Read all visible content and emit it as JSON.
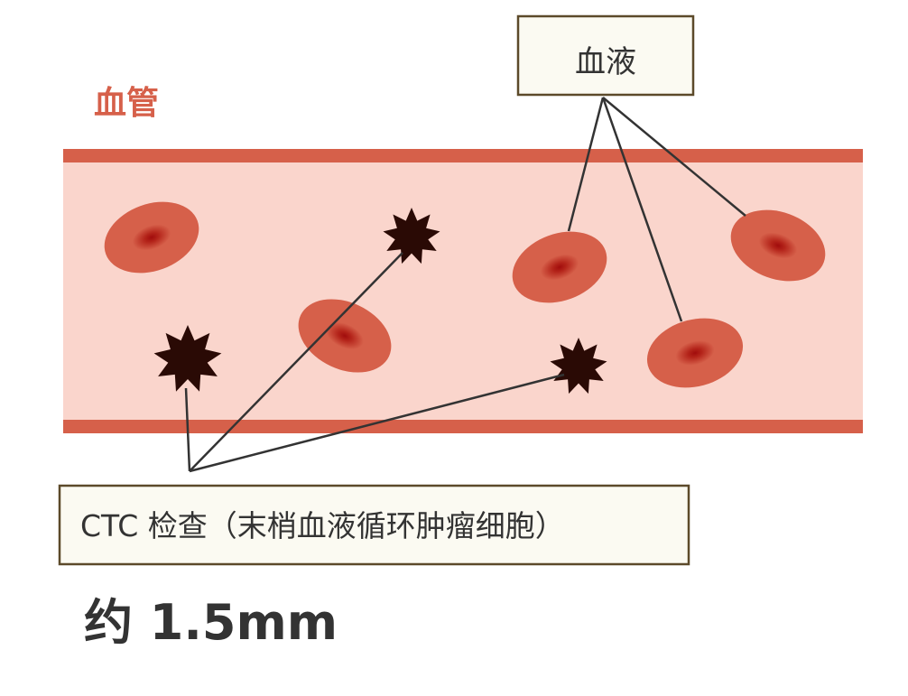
{
  "vessel_label": "血管",
  "blood_label": "血液",
  "ctc_label": "CTC 检查（末梢血液循环肿瘤细胞）",
  "scale_label": "约 1.5mm",
  "colors": {
    "vessel_wall": "#d6604a",
    "vessel_interior": "#fad5cc",
    "red_cell": "#d6604a",
    "red_cell_core": "#a10c0c",
    "ctc_cell": "#2a0a05",
    "box_fill": "#fbfaf2",
    "box_border": "#5c4a2a",
    "line": "#333333",
    "text": "#333333"
  }
}
